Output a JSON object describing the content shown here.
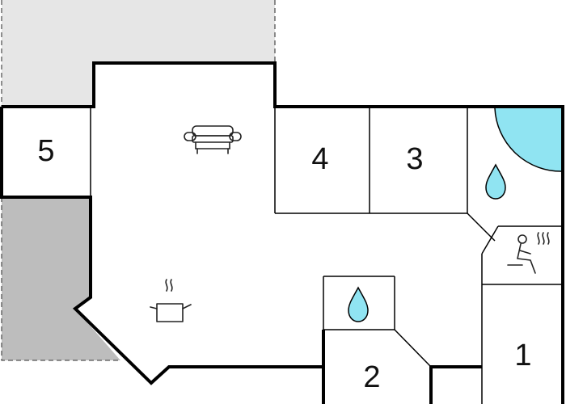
{
  "rooms": [
    {
      "id": "room-1",
      "number": "1"
    },
    {
      "id": "room-2",
      "number": "2"
    },
    {
      "id": "room-3",
      "number": "3"
    },
    {
      "id": "room-4",
      "number": "4"
    },
    {
      "id": "room-5",
      "number": "5"
    }
  ],
  "icons": [
    "sofa-icon",
    "cooking-pot-icon",
    "water-drop-icon",
    "water-drop-icon",
    "sauna-icon"
  ],
  "colors": {
    "wall": "#000000",
    "floor": "#ffffff",
    "terrace_light": "#e6e6e6",
    "terrace_dark": "#bdbdbd",
    "pool": "#90e4f2",
    "drop_fill": "#90e4f2"
  }
}
